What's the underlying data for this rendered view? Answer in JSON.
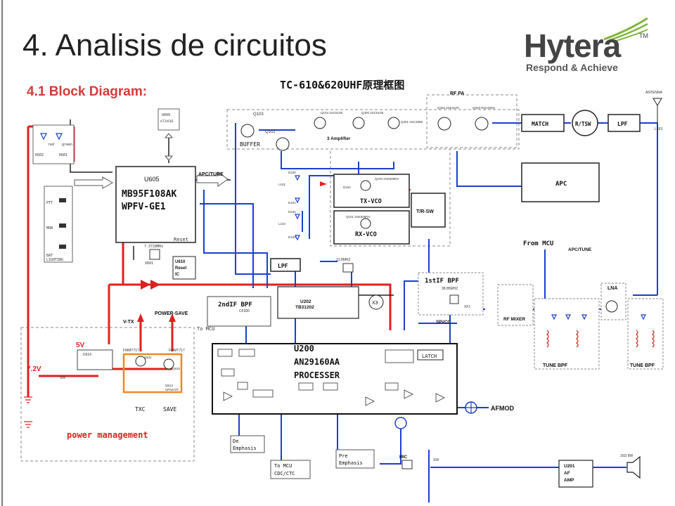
{
  "slide": {
    "title": "4. Analisis de circuitos",
    "subtitle": "4.1 Block Diagram:",
    "logo": {
      "word": "Hytera",
      "tm": "TM",
      "tagline": "Respond & Achieve"
    }
  },
  "diagram": {
    "heading": "TC-610&620UHF原理框图",
    "mcu": {
      "ref": "U605",
      "line1": "MB95F108AK",
      "line2": "WPFV-GE1",
      "reset": "Reset"
    },
    "crystal": {
      "label": "7.3728MHz",
      "ref": "X601"
    },
    "reset_ic": {
      "line1": "U610",
      "line2": "Reset",
      "line3": "IC"
    },
    "leds": {
      "red": "red",
      "green": "green",
      "d602": "D602",
      "d601": "D601"
    },
    "buttons": {
      "ptt": "PTT",
      "mon": "MON",
      "bat": "BAT",
      "lighting": "LIGHTING"
    },
    "u609": {
      "ref": "U609",
      "part": "AT24C01"
    },
    "apc_tune_top": "APC/TUNE",
    "q103": "Q103",
    "q102": "Q102",
    "buffer": "BUFFER",
    "amp3": "3 Amplifier",
    "q104": "Q104 2SC5108",
    "q400": "Q400 2SC5108",
    "q401": "Q401 2SC4988",
    "rf_pa": "RF PA",
    "q402": "Q402 2SK3475",
    "q403": "Q403 RQA0002",
    "match": "MATCH",
    "rtsw": "R/TSW",
    "lpf_top": "LPF",
    "antenna": "ANTENNA",
    "l453": "L453",
    "apc": "APC",
    "from_mcu": "From MCU",
    "apc_tune_right": "APC/TUNE",
    "tx_vco": "TX-VCO",
    "rx_vco": "RX-VCO",
    "trsw": "T/R-SW",
    "q100": "Q100 2SK508NV",
    "q101": "Q101 2SK508NV",
    "d100": "D100",
    "d101": "D101",
    "d102": "D102",
    "d103": "D103",
    "d104": "D104",
    "l101": "L101",
    "l102": "L102",
    "lpf_mid": "LPF",
    "xtal_128": "12.8MHZ",
    "u202": "U202",
    "tb31202": "TB31202",
    "x3": "X3",
    "second_if": "2ndIF BPF",
    "cf300": "CF300",
    "to_mcu_left": "To MCU",
    "first_if": "1stIF BPF",
    "freq_38": "38.85MHZ",
    "xf1": "XF1",
    "rf_mixer": "RF MIXER",
    "lna": "LNA",
    "tune_bpf_left": "TUNE BPF",
    "tune_bpf_right": "TUNE BPF",
    "spvcc": "SPVCC",
    "latch": "LATCH",
    "u200": {
      "line1": "U200",
      "line2": "AN29160AA",
      "line3": "PROCESSER"
    },
    "v5": "5V",
    "v72": "7.2V",
    "vtx": "V-TX",
    "power_save": "POWER-SAVE",
    "txc": "TXC",
    "save": "SAVE",
    "sw": "SW",
    "fmmt717_a": "FMMT717",
    "fmmt717_b": "FMMT717",
    "q611": "Q611",
    "q610": "Q610",
    "q612": "Q612",
    "upa572t": "UPA572T",
    "d614": "D614",
    "power_management": "power management",
    "de_emphasis": [
      "De",
      "Emphasis"
    ],
    "pre_emphasis": [
      "Pre",
      "Emphasis"
    ],
    "to_mcu_bottom": [
      "To MCU",
      "CDC/CTC"
    ],
    "afmod": "AFMOD",
    "mic": "MIC",
    "u201": [
      "U201",
      "AF",
      "AMP"
    ],
    "speaker": "16Ω 8W",
    "sw_bottom": "SW"
  },
  "colors": {
    "red_power": "#e02020",
    "blue_signal": "#1a3fd0",
    "box_line": "#222222",
    "dashed": "#888888",
    "orange_box": "#e8892a",
    "title_red": "#d63a3a"
  }
}
